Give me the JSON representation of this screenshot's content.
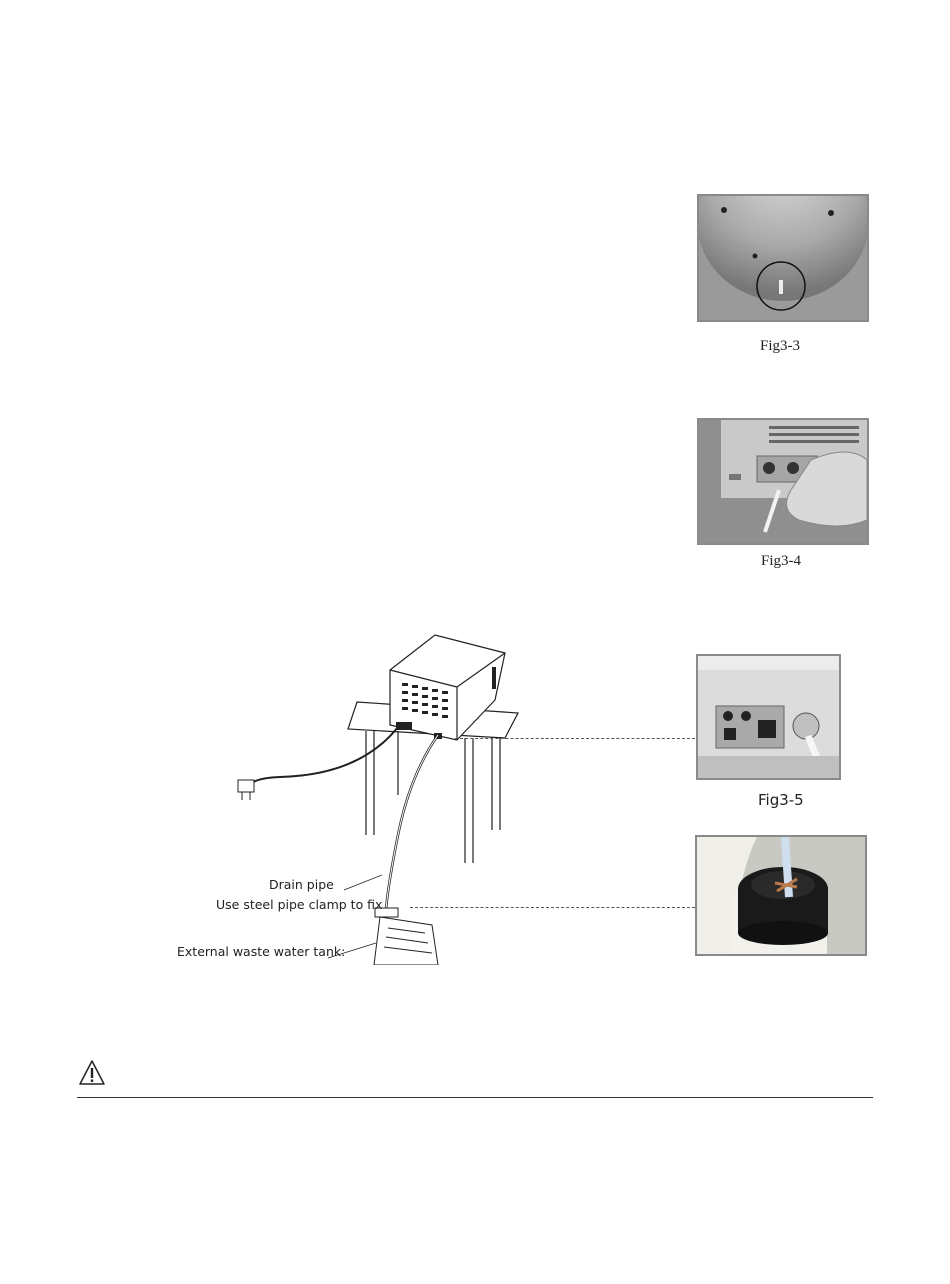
{
  "figures": {
    "fig3_3": {
      "caption": "Fig3-3",
      "icon": "sterilizer-chamber-drain-hole-photo"
    },
    "fig3_4": {
      "caption": "Fig3-4",
      "icon": "hand-inserting-drain-hose-photo"
    },
    "fig3_5": {
      "caption": "Fig3-5",
      "icon": "rear-panel-drain-outlet-photo"
    },
    "fig_tank": {
      "icon": "waste-tank-cap-clamp-photo"
    }
  },
  "diagram": {
    "labels": {
      "drain_pipe": "Drain pipe",
      "clamp": "Use steel pipe clamp to fix",
      "tank": "External waste water tank:"
    }
  },
  "warning": {
    "icon": "warning-triangle-icon"
  }
}
